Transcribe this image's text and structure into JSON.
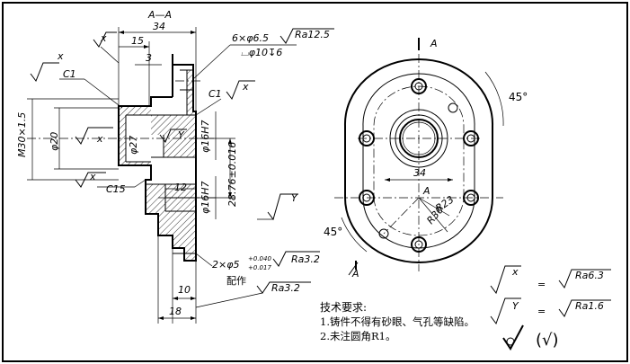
{
  "section_title": "A—A",
  "dims": {
    "d34_top": "34",
    "d15": "15",
    "d3": "3",
    "holes": "6×φ6.5",
    "holes_ra": "Ra12.5",
    "counterbore": "⌴φ10↧6",
    "c1_left": "C1",
    "c1_right": "C1",
    "m30": "M30×1.5",
    "phi20": "φ20",
    "phi27": "φ27",
    "phi16h7_a": "φ16H7",
    "phi16h7_b": "φ16H7",
    "d28": "28.76±0.016",
    "d12": "12",
    "c15": "C15",
    "pin_holes": "2×φ5",
    "pin_tol_up": "+0.040",
    "pin_tol_dn": "+0.017",
    "pin_ra": "Ra3.2",
    "peizuo": "配作",
    "d10": "10",
    "d18": "18",
    "ra32_bottom": "Ra3.2",
    "d34_right": "34",
    "r23": "R23",
    "r30": "R30",
    "a_label": "A",
    "a_top": "A",
    "a_bottom": "A",
    "ang_top": "45°",
    "ang_bottom": "45°"
  },
  "symbols": {
    "x": "x",
    "y": "Y"
  },
  "legend": {
    "x_sym": "x",
    "y_sym": "Y",
    "eq": "=",
    "ra63": "Ra6.3",
    "ra16": "Ra1.6"
  },
  "notes": {
    "heading": "技术要求:",
    "line1": "1.铸件不得有砂眼、气孔等缺陷。",
    "line2": "2.未注圆角R1。"
  },
  "general_roughness": "(√)"
}
